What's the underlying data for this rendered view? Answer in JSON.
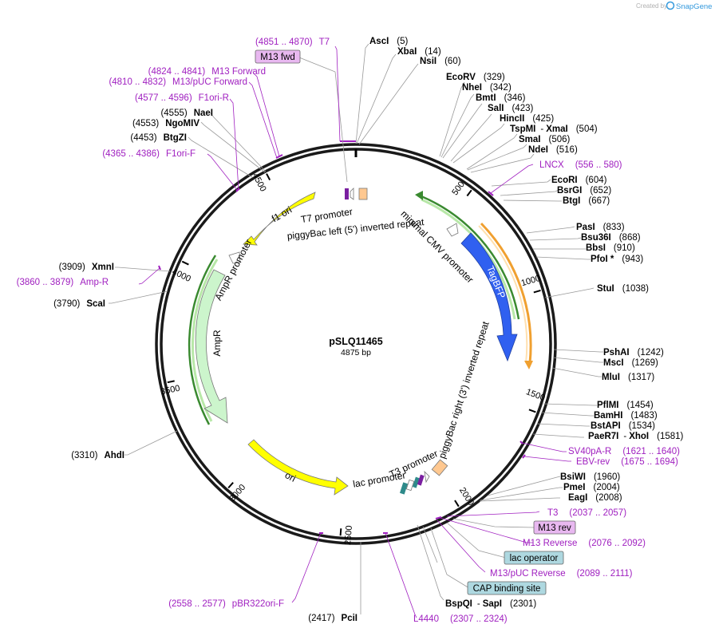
{
  "header": {
    "created_by": "Created by",
    "brand": "SnapGene"
  },
  "plasmid": {
    "name": "pSLQ11465",
    "length": "4875 bp"
  },
  "ticks": [
    "500",
    "1000",
    "1500",
    "2000",
    "2500",
    "3000",
    "3500",
    "4000",
    "4500"
  ],
  "enzymes_right": [
    {
      "name": "AscI",
      "pos": "(5)"
    },
    {
      "name": "XbaI",
      "pos": "(14)"
    },
    {
      "name": "NsiI",
      "pos": "(60)"
    },
    {
      "name": "EcoRV",
      "pos": "(329)"
    },
    {
      "name": "NheI",
      "pos": "(342)"
    },
    {
      "name": "BmtI",
      "pos": "(346)"
    },
    {
      "name": "SalI",
      "pos": "(423)"
    },
    {
      "name": "HincII",
      "pos": "(425)"
    },
    {
      "name": "TspMI",
      "sep": "-",
      "name2": "XmaI",
      "pos": "(504)"
    },
    {
      "name": "SmaI",
      "pos": "(506)"
    },
    {
      "name": "NdeI",
      "pos": "(516)"
    },
    {
      "name": "EcoRI",
      "pos": "(604)"
    },
    {
      "name": "BsrGI",
      "pos": "(652)"
    },
    {
      "name": "BtgI",
      "pos": "(667)"
    },
    {
      "name": "PasI",
      "pos": "(833)"
    },
    {
      "name": "Bsu36I",
      "pos": "(868)"
    },
    {
      "name": "BbsI",
      "pos": "(910)"
    },
    {
      "name": "PfoI *",
      "pos": "(943)"
    },
    {
      "name": "StuI",
      "pos": "(1038)"
    },
    {
      "name": "PshAI",
      "pos": "(1242)"
    },
    {
      "name": "MscI",
      "pos": "(1269)"
    },
    {
      "name": "MluI",
      "pos": "(1317)"
    },
    {
      "name": "PflMI",
      "pos": "(1454)"
    },
    {
      "name": "BamHI",
      "pos": "(1483)"
    },
    {
      "name": "BstAPI",
      "pos": "(1534)"
    },
    {
      "name": "PaeR7I",
      "sep": "-",
      "name2": "XhoI",
      "pos": "(1581)"
    },
    {
      "name": "BsiWI",
      "pos": "(1960)"
    },
    {
      "name": "PmeI",
      "pos": "(2004)"
    },
    {
      "name": "EagI",
      "pos": "(2008)"
    },
    {
      "name": "BspQI",
      "sep": "-",
      "name2": "SapI",
      "pos": "(2301)"
    }
  ],
  "enzymes_left": [
    {
      "name": "NaeI",
      "pos": "(4555)"
    },
    {
      "name": "NgoMIV",
      "pos": "(4553)"
    },
    {
      "name": "BtgZI",
      "pos": "(4453)"
    },
    {
      "name": "XmnI",
      "pos": "(3909)"
    },
    {
      "name": "ScaI",
      "pos": "(3790)"
    },
    {
      "name": "AhdI",
      "pos": "(3310)"
    },
    {
      "name": "PciI",
      "pos": "(2417)"
    }
  ],
  "primers": [
    {
      "range": "(4851 .. 4870)",
      "name": "T7"
    },
    {
      "range": "(4824 .. 4841)",
      "name": "M13 Forward"
    },
    {
      "range": "(4810 .. 4832)",
      "name": "M13/pUC Forward"
    },
    {
      "range": "(4577 .. 4596)",
      "name": "F1ori-R"
    },
    {
      "range": "(4365 .. 4386)",
      "name": "F1ori-F"
    },
    {
      "range": "(3860 .. 3879)",
      "name": "Amp-R"
    },
    {
      "name": "LNCX",
      "range": "(556 .. 580)"
    },
    {
      "name": "SV40pA-R",
      "range": "(1621 .. 1640)"
    },
    {
      "name": "EBV-rev",
      "range": "(1675 .. 1694)"
    },
    {
      "name": "T3",
      "range": "(2037 .. 2057)"
    },
    {
      "name": "M13 Reverse",
      "range": "(2076 .. 2092)"
    },
    {
      "name": "M13/pUC Reverse",
      "range": "(2089 .. 2111)"
    },
    {
      "range": "(2558 .. 2577)",
      "name": "pBR322ori-F"
    },
    {
      "name": "L4440",
      "range": "(2307 .. 2324)"
    }
  ],
  "boxed": {
    "m13_fwd": "M13 fwd",
    "m13_rev": "M13 rev",
    "lac_operator": "lac operator",
    "cap_binding_site": "CAP binding site"
  },
  "features": {
    "f1_ori": "f1 ori",
    "ampr_promoter": "AmpR promoter",
    "ampr": "AmpR",
    "ori": "ori",
    "t7_promoter": "T7 promoter",
    "piggybac_left": "piggyBac left (5') inverted repeat",
    "minimal_cmv": "minimal CMV promoter",
    "tagbfp": "TagBFP",
    "piggybac_right": "piggyBac right (3') inverted repeat",
    "t3_promoter": "T3 promoter",
    "lac_promoter": "lac promoter"
  },
  "colors": {
    "primer": "#a020c0",
    "f1_ori": "#ffff00",
    "ampr": "#ccf5cc",
    "tagbfp": "#3060f0",
    "cmv_arc": "#6ab04c",
    "orange_arc": "#f0a030",
    "orange_box": "#ffc890",
    "lac_box": "#aed8e0",
    "m13_box": "#e8b8f0"
  }
}
